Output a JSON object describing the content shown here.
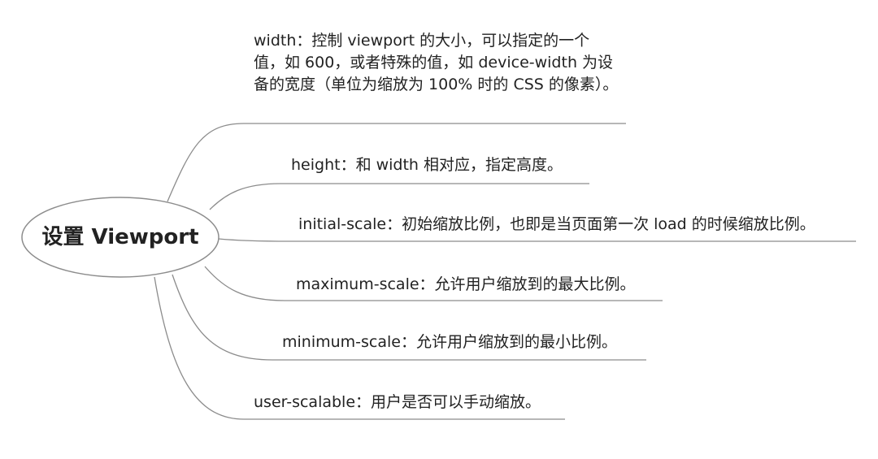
{
  "root": {
    "label": "设置 Viewport"
  },
  "branches": [
    {
      "id": "width",
      "text": "width：控制 viewport 的大小，可以指定的一个值，如 600，或者特殊的值，如 device-width 为设备的宽度（单位为缩放为 100% 时的 CSS 的像素）。"
    },
    {
      "id": "height",
      "text": "height：和 width 相对应，指定高度。"
    },
    {
      "id": "initial-scale",
      "text": "initial-scale：初始缩放比例，也即是当页面第一次 load 的时候缩放比例。"
    },
    {
      "id": "maximum-scale",
      "text": "maximum-scale：允许用户缩放到的最大比例。"
    },
    {
      "id": "minimum-scale",
      "text": "minimum-scale：允许用户缩放到的最小比例。"
    },
    {
      "id": "user-scalable",
      "text": "user-scalable：用户是否可以手动缩放。"
    }
  ],
  "colors": {
    "line": "#8c8c8c",
    "text": "#222222"
  }
}
